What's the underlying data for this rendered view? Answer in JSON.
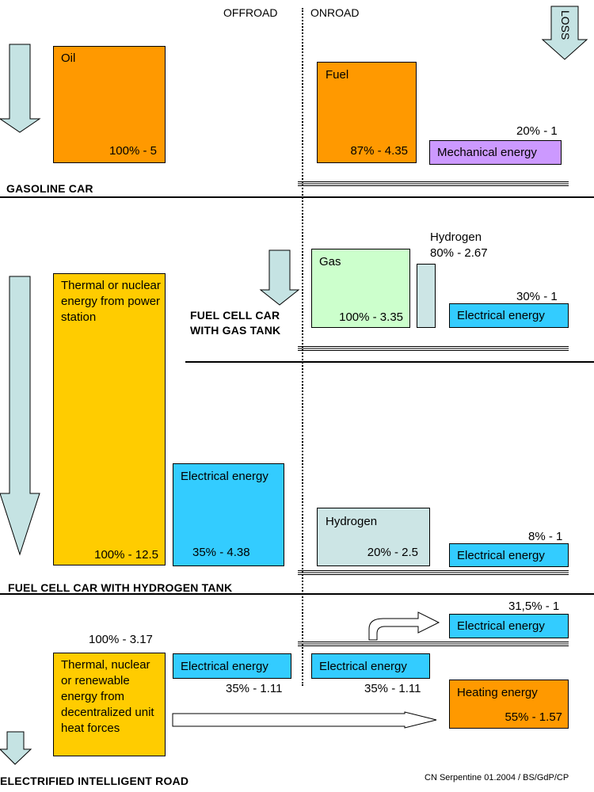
{
  "header": {
    "offroad": "OFFROAD",
    "onroad": "ONROAD",
    "loss": "LOSS"
  },
  "gasoline": {
    "title": "GASOLINE CAR",
    "oil": {
      "label": "Oil",
      "value": "100% - 5"
    },
    "fuel": {
      "label": "Fuel",
      "value": "87% - 4.35"
    },
    "mech": {
      "label": "Mechanical energy",
      "value": "20% - 1"
    }
  },
  "gas_tank": {
    "title": "FUEL CELL CAR WITH GAS TANK",
    "gas": {
      "label": "Gas",
      "value": "100% - 3.35"
    },
    "hydrogen": {
      "label": "Hydrogen",
      "value": "80% - 2.67"
    },
    "elec": {
      "label": "Electrical energy",
      "value": "30% - 1"
    }
  },
  "hydrogen_tank": {
    "title": "FUEL CELL CAR WITH HYDROGEN TANK",
    "thermal": {
      "label": "Thermal or nuclear energy from power station",
      "value": "100% - 12.5"
    },
    "elec1": {
      "label": "Electrical energy",
      "value": "35% - 4.38"
    },
    "hydrogen": {
      "label": "Hydrogen",
      "value": "20% - 2.5"
    },
    "elec2": {
      "label": "Electrical energy",
      "value": "8% - 1"
    }
  },
  "road": {
    "title": "ELECTRIFIED INTELLIGENT ROAD",
    "thermal": {
      "label": "Thermal, nuclear or renewable energy from decentralized unit heat forces",
      "value": "100% - 3.17"
    },
    "elec1": {
      "label": "Electrical energy",
      "value": "35% - 1.11"
    },
    "elec2": {
      "label": "Electrical energy",
      "value": "35% - 1.11"
    },
    "elec3": {
      "label": "Electrical energy",
      "value": "31,5% - 1"
    },
    "heat": {
      "label": "Heating energy",
      "value": "55% - 1.57"
    }
  },
  "footer": {
    "credit": "CN Serpentine 01.2004 / BS/GdP/CP"
  },
  "colors": {
    "orange": "#ff9900",
    "yellow": "#ffcc00",
    "blue": "#33ccff",
    "green": "#ccffcc",
    "pale_cyan": "#cce5e5",
    "purple": "#cc99ff",
    "arrow": "#c5e3e3"
  }
}
